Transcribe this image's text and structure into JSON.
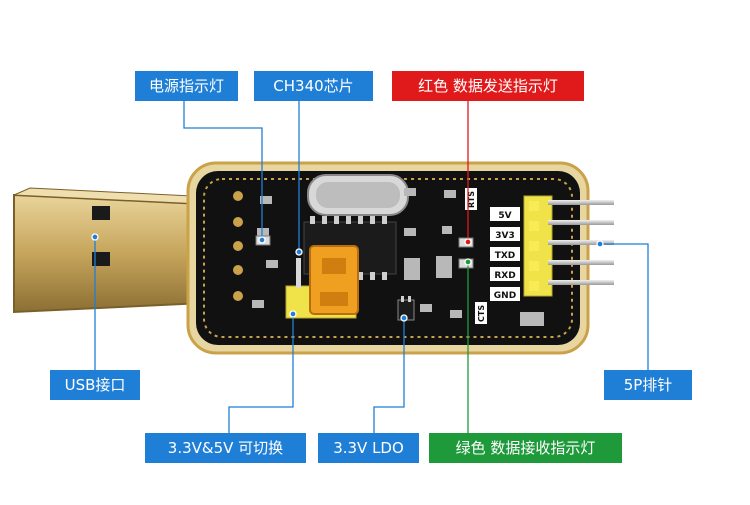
{
  "labels": {
    "power_led": "电源指示灯",
    "chip": "CH340芯片",
    "tx_led": "红色 数据发送指示灯",
    "usb_port": "USB接口",
    "voltage_switch": "3.3V&5V 可切换",
    "ldo": "3.3V LDO",
    "rx_led": "绿色 数据接收指示灯",
    "header": "5P排针"
  },
  "pins": [
    "5V",
    "3V3",
    "TXD",
    "RXD",
    "GND"
  ],
  "silkscreen": {
    "rts": "RTS",
    "cts": "CTS"
  },
  "colors": {
    "label_blue": "#1f7fd6",
    "label_red": "#e0191b",
    "label_green": "#1e9a3b",
    "pcb_black": "#111111",
    "pcb_gold": "#c9a24a"
  }
}
